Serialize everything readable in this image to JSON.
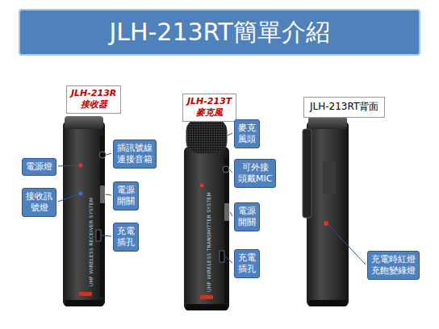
{
  "diagram": {
    "title": "JLH-213RT簡單介紹",
    "nodes": [
      {
        "text": [
          "JLH-213R",
          "接收器"
        ]
      },
      {
        "text": [
          "JLH-213T",
          "麥克風"
        ]
      },
      {
        "text": [
          "JLH-213RT背面"
        ]
      },
      {
        "text": [
          "電源燈"
        ]
      },
      {
        "text": [
          "插訊號線 連接音箱"
        ]
      },
      {
        "text": [
          "接收訊 號燈"
        ]
      },
      {
        "text": [
          "電源 開關"
        ]
      },
      {
        "text": [
          "充電 插孔"
        ]
      },
      {
        "text": [
          "麥克 風頭"
        ]
      },
      {
        "text": [
          "可外接 頭戴MIC"
        ]
      },
      {
        "text": [
          "電源 開關"
        ]
      },
      {
        "text": [
          "充電 插孔"
        ]
      },
      {
        "text": [
          "充電時紅燈 充飽變綠燈"
        ]
      }
    ],
    "labels": [
      "UHF WIRELESS RECEIVER SYSTEM",
      "UHF WIRELESS TRANSMITTER SYSTEM"
    ]
  }
}
